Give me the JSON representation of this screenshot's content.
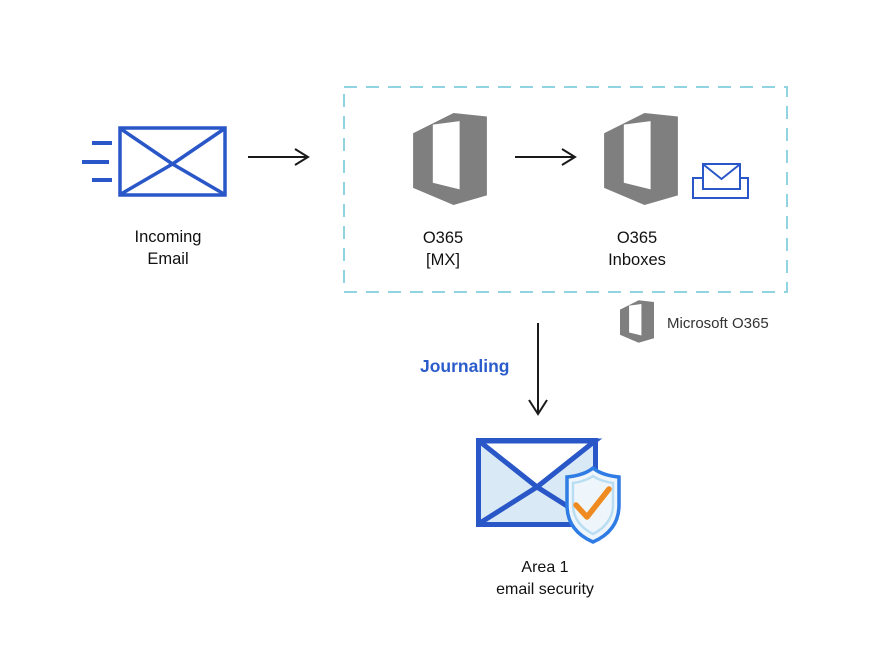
{
  "diagram": {
    "incoming_email": {
      "line1": "Incoming",
      "line2": "Email"
    },
    "o365_mx": {
      "line1": "O365",
      "line2": "[MX]"
    },
    "o365_inboxes": {
      "line1": "O365",
      "line2": "Inboxes"
    },
    "journaling": {
      "label": "Journaling"
    },
    "area1": {
      "line1": "Area 1",
      "line2": "email security"
    },
    "legend": {
      "label": "Microsoft O365"
    }
  },
  "icons": {
    "speed_lines": "speed-lines-icon",
    "incoming_envelope": "envelope-outline-icon",
    "flow_arrow_1": "arrow-right-icon",
    "flow_arrow_2": "arrow-right-icon",
    "o365_mx_logo": "office-365-logo-icon",
    "o365_inboxes_logo": "office-365-logo-icon",
    "inbox_tray": "inbox-envelope-icon",
    "legend_logo": "office-365-logo-icon",
    "journal_arrow": "arrow-down-icon",
    "area1_icon": "envelope-shield-check-icon"
  },
  "colors": {
    "primary_blue": "#2a57c8",
    "shield_blue": "#2e7ce4",
    "light_blue_fill": "#d9e9f6",
    "shield_fill": "#eef6fc",
    "shield_inner_line": "#b9ddf2",
    "check_orange": "#ee8a1f",
    "dashed_border": "#8fd4e0",
    "logo_gray": "#7f7f7f",
    "arrow_black": "#1a1a1a",
    "label_text": "#111111",
    "journaling_blue": "#2a5ccb"
  }
}
